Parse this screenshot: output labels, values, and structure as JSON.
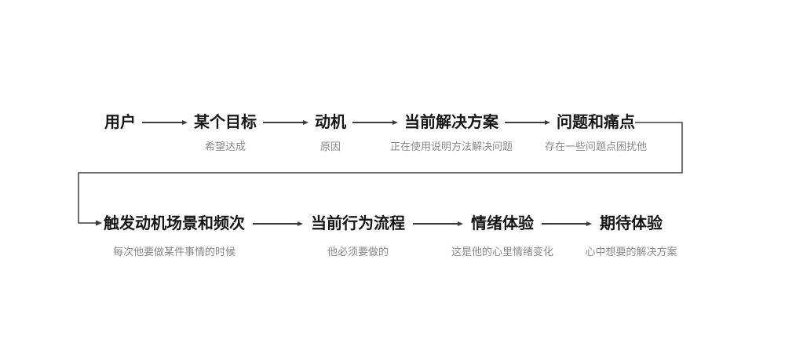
{
  "diagram": {
    "colors": {
      "background": "#ffffff",
      "line": "#3d3d3d",
      "label": "#161616",
      "subtitle": "#8a8a8a"
    },
    "rows": [
      {
        "nodes": [
          {
            "label": "用户",
            "subtitle": ""
          },
          {
            "label": "某个目标",
            "subtitle": "希望达成"
          },
          {
            "label": "动机",
            "subtitle": "原因"
          },
          {
            "label": "当前解决方案",
            "subtitle": "正在使用说明方法解决问题"
          },
          {
            "label": "问题和痛点",
            "subtitle": "存在一些问题点困扰他"
          }
        ]
      },
      {
        "nodes": [
          {
            "label": "触发动机场景和频次",
            "subtitle": "每次他要做某件事情的时候"
          },
          {
            "label": "当前行为流程",
            "subtitle": "他必须要做的"
          },
          {
            "label": "情绪体验",
            "subtitle": "这是他的心里情绪变化"
          },
          {
            "label": "期待体验",
            "subtitle": "心中想要的解决方案"
          }
        ]
      }
    ]
  }
}
